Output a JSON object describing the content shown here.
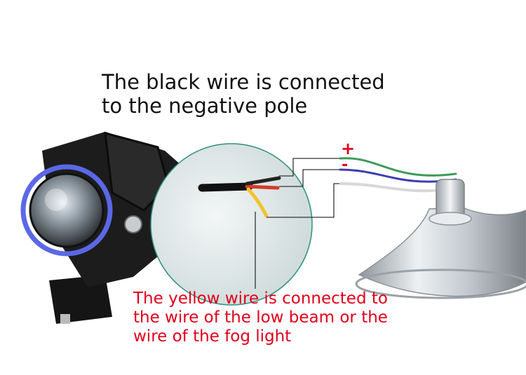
{
  "captions": {
    "black_wire": [
      "The black wire is connected",
      "to the negative pole"
    ],
    "yellow_wire": [
      "The yellow wire is connected to",
      "the wire of the low beam or the",
      "wire of the fog light"
    ]
  },
  "polarity": {
    "positive": "+",
    "negative": "-"
  },
  "colors": {
    "black_note": "#111111",
    "yellow_note": "#e0001a",
    "wire_red": "#d63a2a",
    "wire_yellow": "#f2c230",
    "wire_black": "#222222",
    "wire_green": "#3f9a5a",
    "wire_blue": "#3b3fb0",
    "wire_white": "#e8e8e8",
    "zoom_ring": "#2e8f7e"
  }
}
